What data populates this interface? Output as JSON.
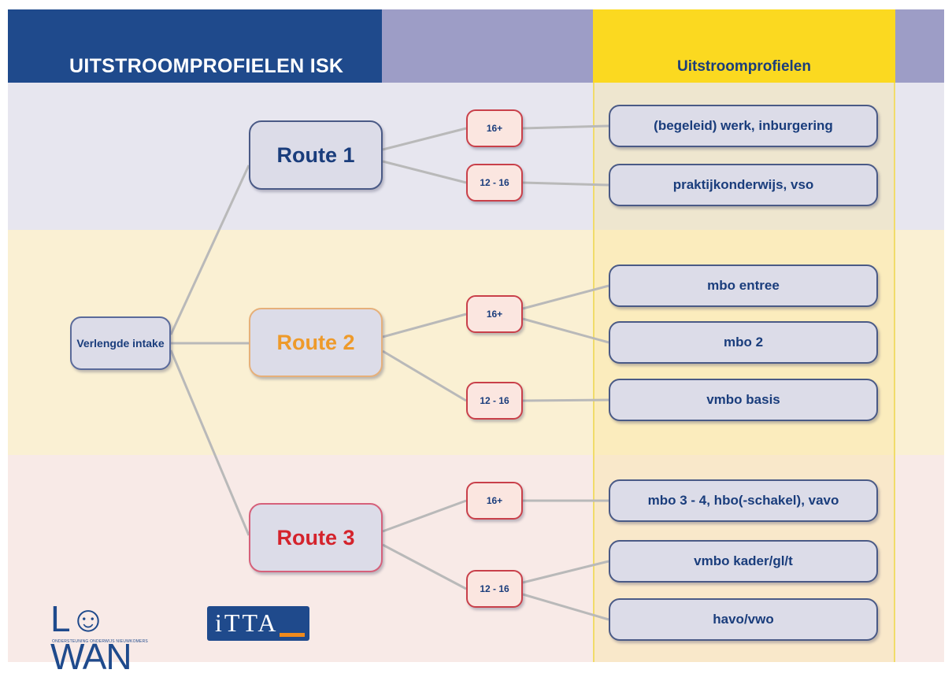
{
  "header": {
    "title": "UITSTROOMPROFIELEN ISK",
    "column_title": "Uitstroomprofielen"
  },
  "intake": {
    "label": "Verlengde intake"
  },
  "routes": [
    {
      "label": "Route 1",
      "color": "#1a3d7c"
    },
    {
      "label": "Route 2",
      "color": "#ee9a2a"
    },
    {
      "label": "Route 3",
      "color": "#d4232c"
    }
  ],
  "ages": [
    "16+",
    "12 - 16",
    "16+",
    "12 - 16",
    "16+",
    "12 - 16"
  ],
  "outcomes": [
    "(begeleid) werk, inburgering",
    "praktijkonderwijs, vso",
    "mbo entree",
    "mbo 2",
    "vmbo basis",
    "mbo 3 - 4, hbo(-schakel), vavo",
    "vmbo kader/gl/t",
    "havo/vwo"
  ],
  "logos": {
    "lowan": "L☺WAN",
    "lowan_tagline": "ONDERSTEUNING ONDERWIJS NIEUWKOMERS",
    "itta": "iTTA"
  },
  "colors": {
    "header_blue": "#1f4a8c",
    "header_yellow": "#fbd920",
    "header_lavender": "#9d9dc6"
  }
}
